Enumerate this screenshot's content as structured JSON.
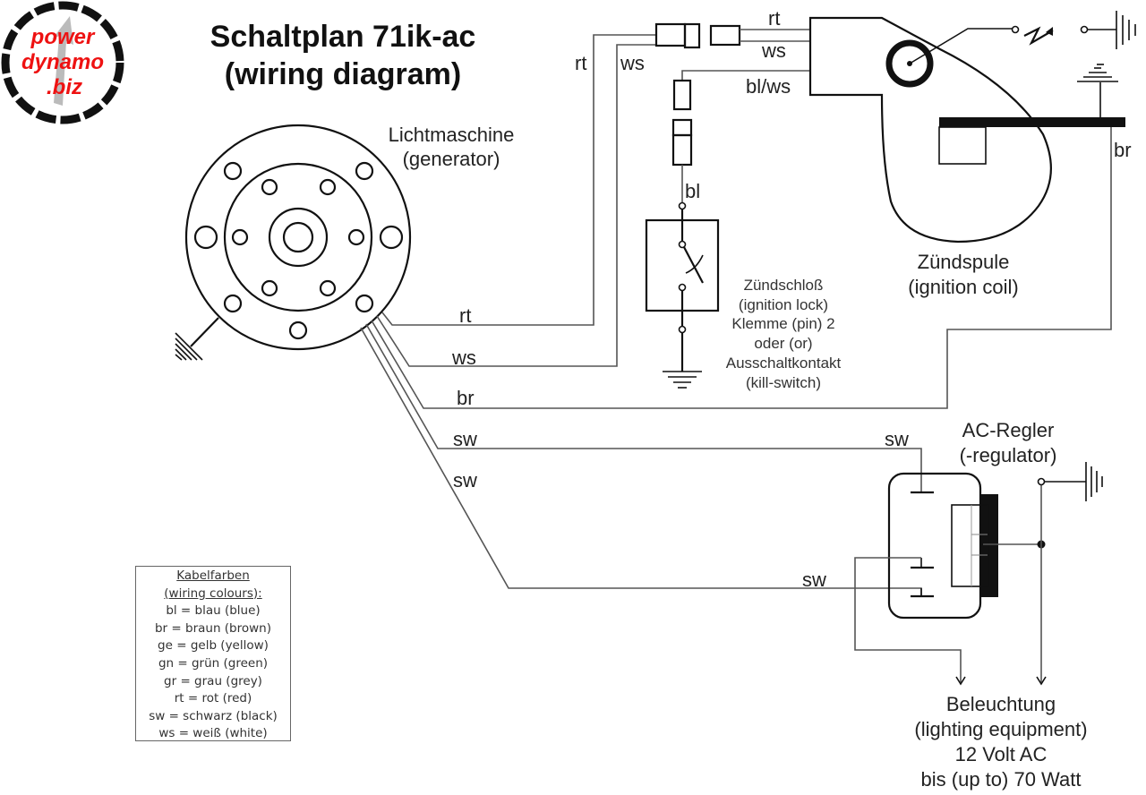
{
  "logo": {
    "line1": "power",
    "line2": "dynamo",
    "line3": ".biz",
    "text_color": "#ee1111"
  },
  "title": {
    "line1": "Schaltplan 71ik-ac",
    "line2": "(wiring diagram)"
  },
  "components": {
    "generator": {
      "label_de": "Lichtmaschine",
      "label_en": "(generator)"
    },
    "ignition_coil": {
      "label_de": "Zündspule",
      "label_en": "(ignition coil)"
    },
    "ignition_lock": {
      "lines": [
        "Zündschloß",
        "(ignition lock)",
        "Klemme (pin) 2",
        "oder (or)",
        "Ausschaltkontakt",
        "(kill-switch)"
      ]
    },
    "regulator": {
      "label_de": "AC-Regler",
      "label_en": "(-regulator)"
    },
    "lighting": {
      "lines": [
        "Beleuchtung",
        "(lighting equipment)",
        "12 Volt AC",
        "bis (up to) 70 Watt"
      ]
    }
  },
  "wire_labels": {
    "gen_rt": "rt",
    "gen_ws": "ws",
    "gen_br": "br",
    "gen_sw1": "sw",
    "gen_sw2": "sw",
    "vert_rt": "rt",
    "vert_ws": "ws",
    "coil_rt": "rt",
    "coil_ws": "ws",
    "coil_blws": "bl/ws",
    "lock_bl": "bl",
    "coil_br": "br",
    "reg_sw_top": "sw",
    "reg_sw_bottom": "sw"
  },
  "legend": {
    "heading1": "Kabelfarben",
    "heading2": "(wiring colours):",
    "entries": [
      "bl = blau (blue)",
      "br = braun (brown)",
      "ge = gelb (yellow)",
      "gn = grün (green)",
      "gr = grau (grey)",
      "rt = rot (red)",
      "sw = schwarz (black)",
      "ws = weiß (white)"
    ]
  }
}
